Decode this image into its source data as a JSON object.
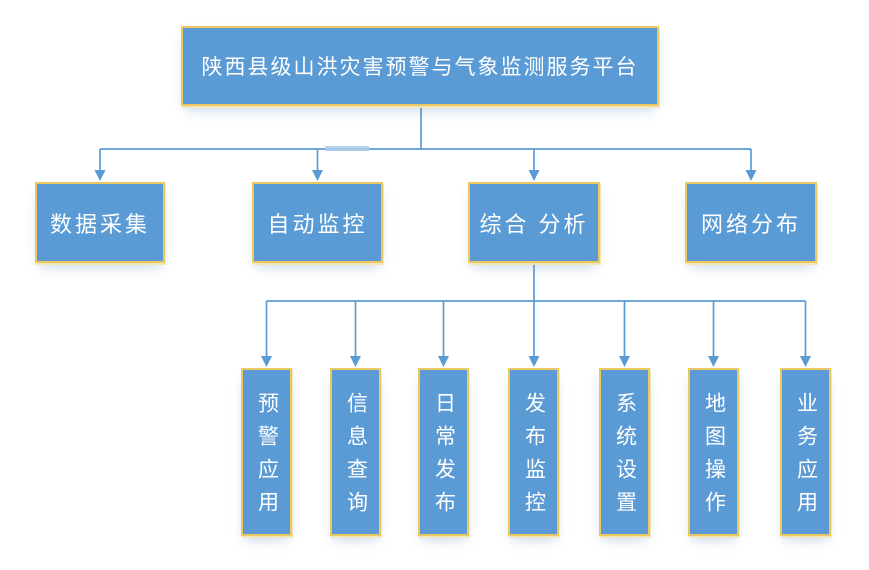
{
  "diagram": {
    "root": {
      "label": "陕西县级山洪灾害预警与气象监测服务平台"
    },
    "level2": [
      {
        "label": "数据采集"
      },
      {
        "label": "自动监控"
      },
      {
        "label": "综合 分析"
      },
      {
        "label": "网络分布"
      }
    ],
    "level3": [
      {
        "label": "预警应用"
      },
      {
        "label": "信息查询"
      },
      {
        "label": "日常发布"
      },
      {
        "label": "发布监控"
      },
      {
        "label": "系统设置"
      },
      {
        "label": "地图操作"
      },
      {
        "label": "业务应用"
      }
    ],
    "colors": {
      "box_fill": "#5B9BD5",
      "box_border": "#EDC75F",
      "line": "#5B9BD5",
      "text": "#FFFFFF",
      "background": "#FFFFFF"
    }
  }
}
